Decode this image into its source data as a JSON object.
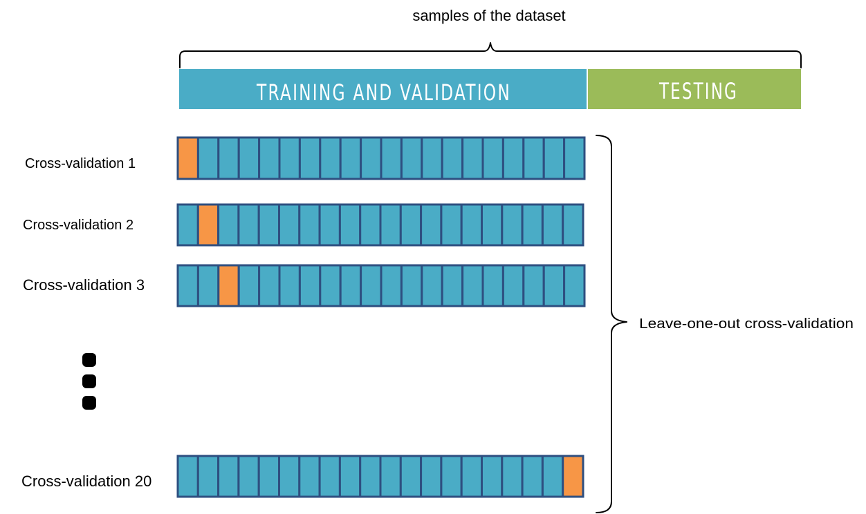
{
  "header": {
    "samples_label": "samples of the dataset",
    "training_label": "TRAINING AND VALIDATION",
    "testing_label": "TESTING"
  },
  "colors": {
    "training": "#4aacc6",
    "testing": "#9bbb59",
    "held_out": "#f79646",
    "cell_border": "#2e4f80",
    "text": "#000000"
  },
  "folds_per_row": 20,
  "rows": [
    {
      "label": "Cross-validation 1",
      "held_out_index": 0
    },
    {
      "label": "Cross-validation 2",
      "held_out_index": 1
    },
    {
      "label": "Cross-validation 3",
      "held_out_index": 2
    },
    {
      "label": "Cross-validation 20",
      "held_out_index": 19
    }
  ],
  "side_label": "Leave-one-out cross-validation",
  "ellipsis_icon": "vertical-ellipsis-icon"
}
